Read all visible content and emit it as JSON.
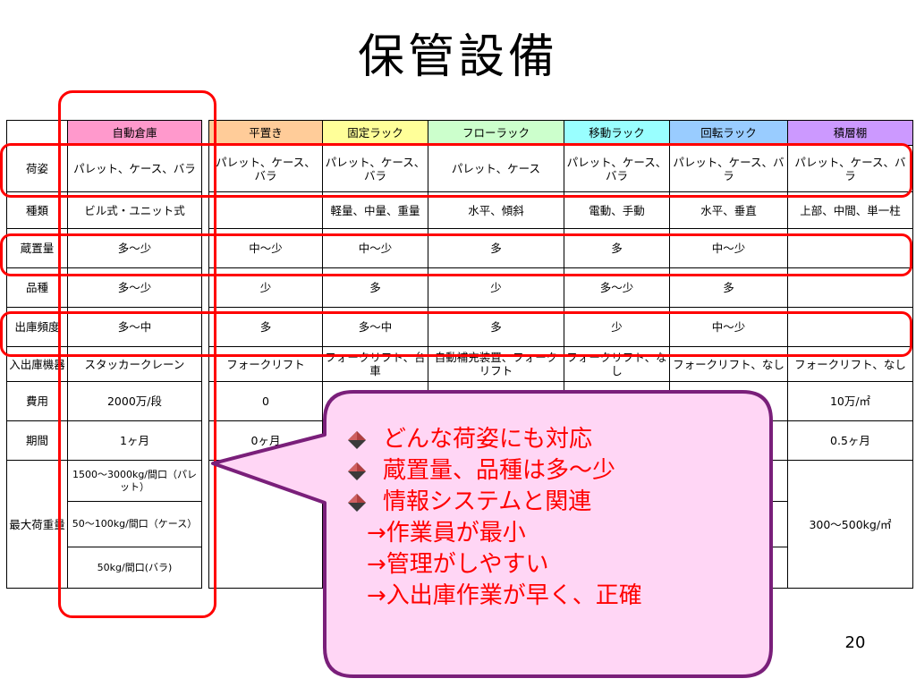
{
  "title": "保管設備",
  "page_number": "20",
  "colors": {
    "header_jidou": "#ff99cc",
    "header_hiraoki": "#ffcc99",
    "header_kotei": "#ffff99",
    "header_flow": "#ccffcc",
    "header_idou": "#99ffff",
    "header_kaiten": "#99ccff",
    "header_sekisou": "#cc99ff",
    "highlight": "#ff0000",
    "callout_fill": "#ffd6f5",
    "callout_border": "#7a1f7a",
    "callout_text": "#ff0000"
  },
  "table": {
    "headers": [
      "自動倉庫",
      "平置き",
      "固定ラック",
      "フローラック",
      "移動ラック",
      "回転ラック",
      "積層棚"
    ],
    "rows": {
      "nishi": {
        "label": "荷姿",
        "cells": [
          "パレット、ケース、バラ",
          "パレット、ケース、バラ",
          "パレット、ケース、バラ",
          "パレット、ケース",
          "パレット、ケース、バラ",
          "パレット、ケース、バラ",
          "パレット、ケース、バラ"
        ]
      },
      "shurui": {
        "label": "種類",
        "cells": [
          "ビル式・ユニット式",
          "",
          "軽量、中量、重量",
          "水平、傾斜",
          "電動、手動",
          "水平、垂直",
          "上部、中間、単一柱"
        ]
      },
      "zouchiryou": {
        "label": "蔵置量",
        "cells": [
          "多～少",
          "中～少",
          "中～少",
          "多",
          "多",
          "中～少",
          ""
        ]
      },
      "hinshu": {
        "label": "品種",
        "cells": [
          "多～少",
          "少",
          "多",
          "少",
          "多～少",
          "多",
          ""
        ]
      },
      "hindo": {
        "label": "出庫頻度",
        "cells": [
          "多～中",
          "多",
          "多～中",
          "多",
          "少",
          "中～少",
          ""
        ]
      },
      "kiki": {
        "label": "入出庫機器",
        "cells": [
          "スタッカークレーン",
          "フォークリフト",
          "フォークリフト、台車",
          "自動補充装置、フォークリフト",
          "フォークリフト、なし",
          "フォークリフト、なし",
          "フォークリフト、なし"
        ]
      },
      "hiyou": {
        "label": "費用",
        "cells": [
          "2000万/段",
          "0",
          "",
          "",
          "",
          "",
          "10万/㎡"
        ]
      },
      "kikan": {
        "label": "期間",
        "cells": [
          "1ヶ月",
          "0ヶ月",
          "",
          "",
          "",
          "",
          "0.5ヶ月"
        ]
      },
      "juuryou": {
        "label": "最大荷重量",
        "auto": [
          "1500～3000kg/間口（パレット）",
          "50～100kg/間口（ケース）",
          "50kg/間口(バラ)"
        ],
        "sekisou": "300～500kg/㎡"
      }
    }
  },
  "callout": {
    "bullets": [
      "どんな荷姿にも対応",
      "蔵置量、品種は多～少",
      "情報システムと関連"
    ],
    "arrows": [
      "→作業員が最小",
      "→管理がしやすい",
      "→入出庫作業が早く、正確"
    ]
  }
}
